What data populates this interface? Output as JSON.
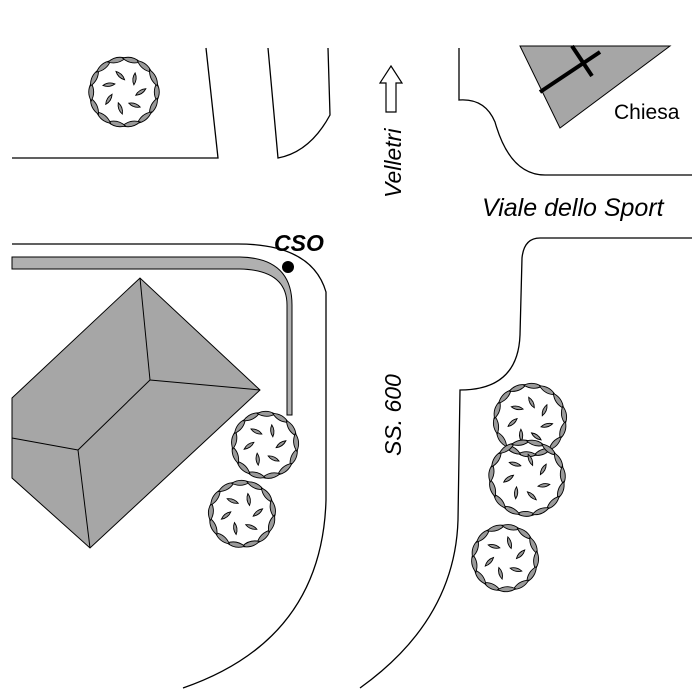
{
  "map": {
    "labels": {
      "cso": "CSO",
      "chiesa": "Chiesa",
      "velletri": "Velletri",
      "viale_sport": "Viale dello Sport",
      "ss600": "SS. 600"
    },
    "colors": {
      "building_fill": "#a6a6a6",
      "foliage_fill": "#9a9a9a",
      "line": "#000000",
      "background": "#ffffff"
    },
    "icons": {
      "north_arrow": "arrow-up-icon",
      "church": "cross-icon",
      "point": "dot-icon"
    }
  }
}
